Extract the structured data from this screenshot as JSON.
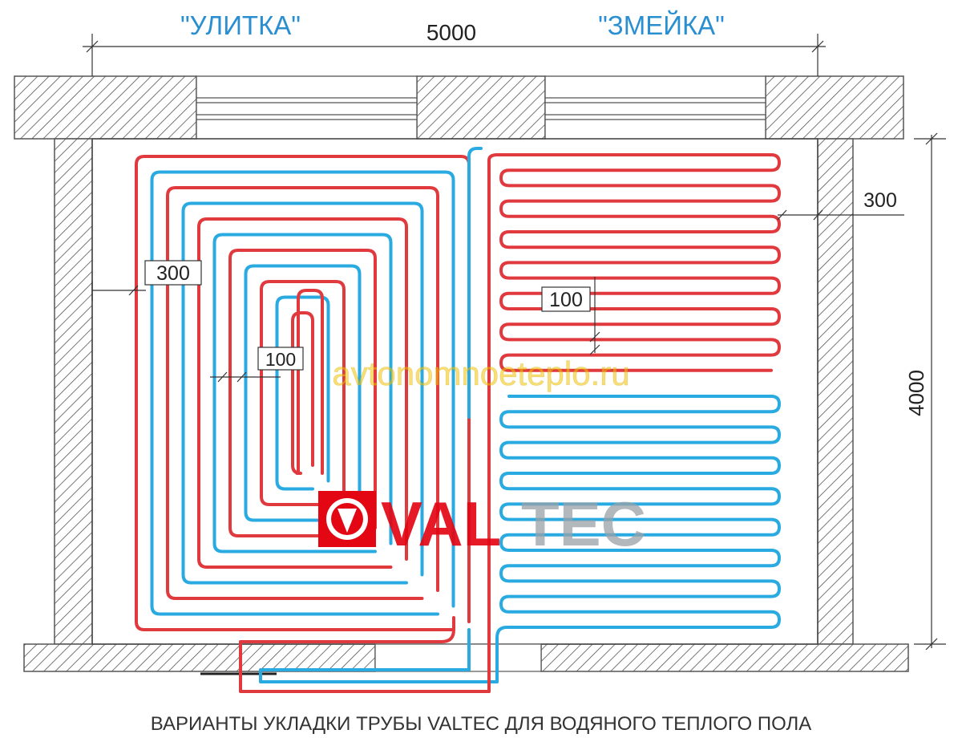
{
  "labels": {
    "left_title": "\"УЛИТКА\"",
    "right_title": "\"ЗМЕЙКА\"",
    "width_dim": "5000",
    "height_dim": "4000",
    "left_offset": "300",
    "left_step": "100",
    "right_offset": "300",
    "right_step": "100",
    "caption": "ВАРИАНТЫ УКЛАДКИ ТРУБЫ VALTEC ДЛЯ ВОДЯНОГО ТЕПЛОГО ПОЛА",
    "watermark": "avtonomnoeteplo.ru",
    "logo": "VALTEC"
  },
  "colors": {
    "supply": "#e0393e",
    "return": "#29aae1",
    "title": "#2a8fd0",
    "wall": "#555555",
    "dim": "#333333",
    "watermark": "#f2c200",
    "logo_red": "#e30613",
    "logo_grey": "#9aa0a6"
  }
}
